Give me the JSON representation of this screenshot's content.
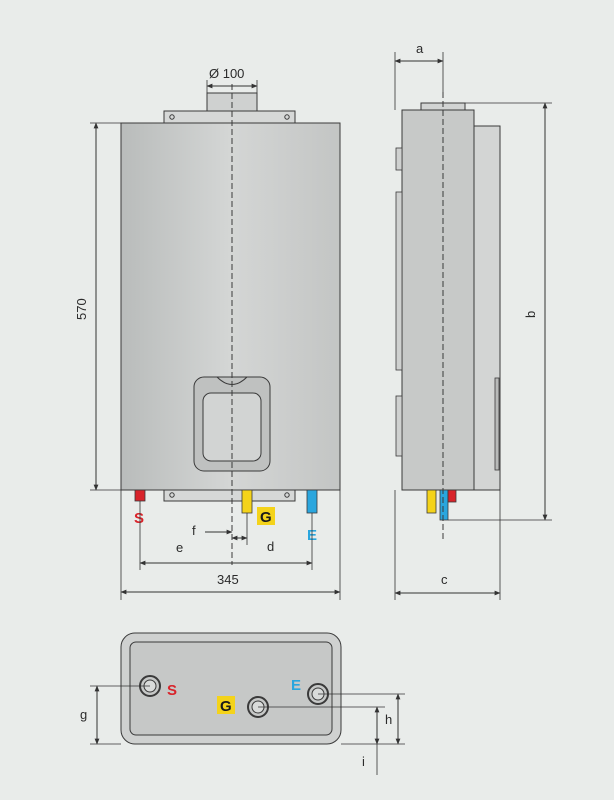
{
  "dimensions": {
    "diameter_flue": "Ø 100",
    "height": "570",
    "width": "345",
    "a": "a",
    "b": "b",
    "c": "c",
    "d": "d",
    "e": "e",
    "f": "f",
    "g": "g",
    "h": "h",
    "i": "i"
  },
  "connections": {
    "s": {
      "label": "S",
      "color": "#d8232a"
    },
    "g": {
      "label": "G",
      "color": "#1a1a1a",
      "badge": "#f4d31a"
    },
    "e": {
      "label": "E",
      "color": "#2aa6de"
    }
  },
  "colors": {
    "background": "#e9ecea",
    "body": "#c9cbca",
    "line": "#3a3a3a",
    "pipe_red": "#d8232a",
    "pipe_yellow": "#f4d31a",
    "pipe_blue": "#2aa6de"
  }
}
